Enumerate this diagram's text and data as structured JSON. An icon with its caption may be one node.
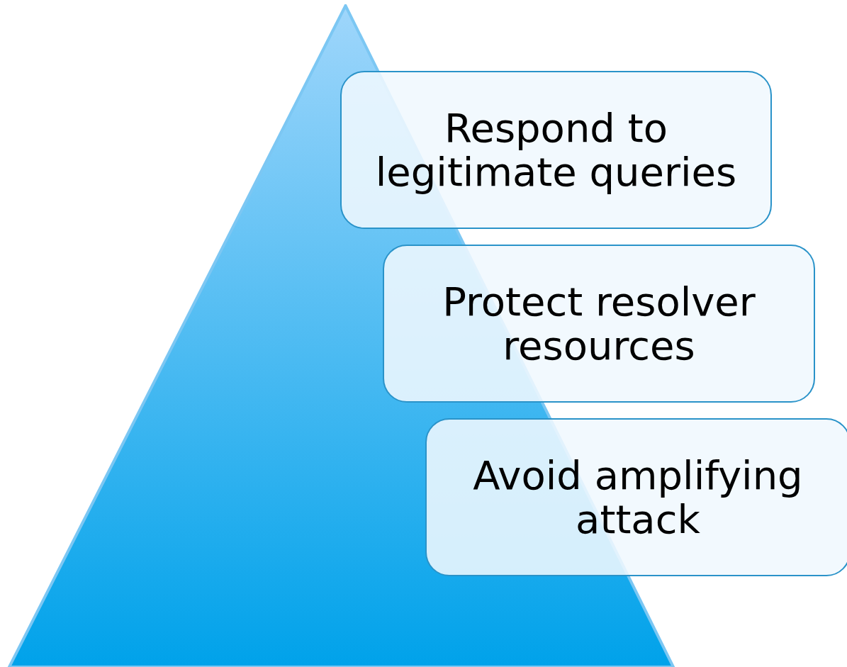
{
  "diagram": {
    "nodes": [
      {
        "text": [],
        "shape": "triangle"
      },
      {
        "text": [
          "Respond to legitimate queries"
        ]
      },
      {
        "text": [
          "Protect resolver resources"
        ]
      },
      {
        "text": [
          "Avoid amplifying attack"
        ]
      }
    ]
  }
}
